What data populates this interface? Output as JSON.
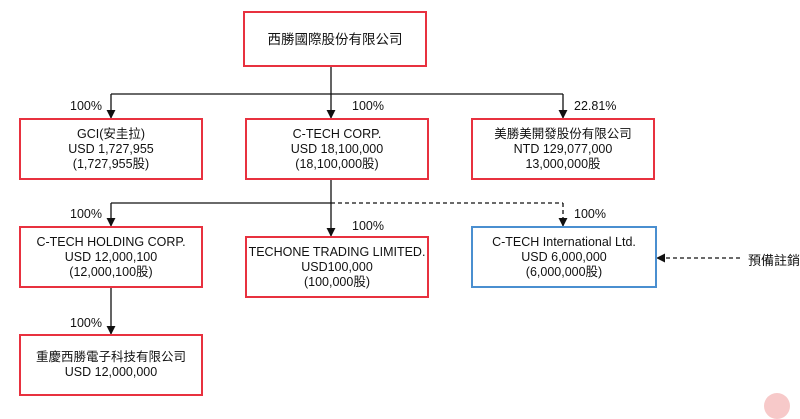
{
  "entities": {
    "root": {
      "lines": [
        "西勝國際股份有限公司"
      ]
    },
    "gci": {
      "lines": [
        "GCI(安圭拉)",
        "USD 1,727,955",
        "(1,727,955股)"
      ]
    },
    "ctech": {
      "lines": [
        "C-TECH CORP.",
        "USD 18,100,000",
        "(18,100,000股)"
      ]
    },
    "meisheng": {
      "lines": [
        "美勝美開發股份有限公司",
        "NTD 129,077,000",
        "13,000,000股"
      ]
    },
    "holding": {
      "lines": [
        "C-TECH HOLDING CORP.",
        "USD 12,000,100",
        "(12,000,100股)"
      ]
    },
    "techone": {
      "lines": [
        "TECHONE TRADING LIMITED.",
        "USD100,000",
        "(100,000股)"
      ]
    },
    "intl": {
      "lines": [
        "C-TECH International Ltd.",
        "USD 6,000,000",
        "(6,000,000股)"
      ]
    },
    "chongqing": {
      "lines": [
        "重慶西勝電子科技有限公司",
        "USD 12,000,000"
      ]
    }
  },
  "ownership": {
    "gci": "100%",
    "ctech": "100%",
    "meisheng": "22.81%",
    "holding": "100%",
    "techone": "100%",
    "intl": "100%",
    "chongqing": "100%"
  },
  "colors": {
    "box_border": "#e8313f",
    "box_border_pending": "#4a8fd0",
    "connector": "#111111"
  },
  "annotation": {
    "text": "預備註銷"
  }
}
